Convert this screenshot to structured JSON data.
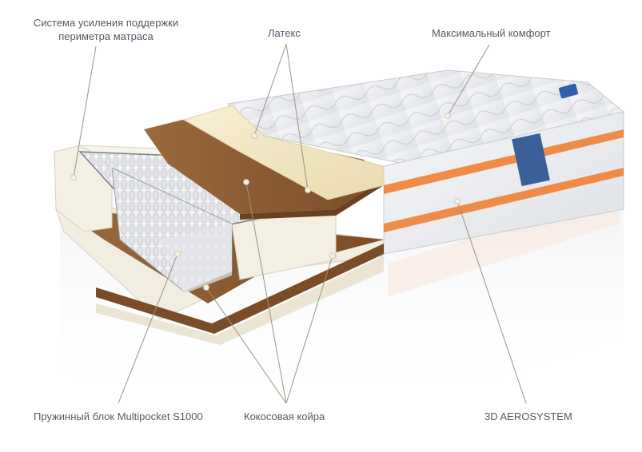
{
  "labels": {
    "perimeter_line1": "Система усиления поддержки",
    "perimeter_line2": "периметра матраса",
    "latex": "Латекс",
    "max_comfort": "Максимальный комфорт",
    "spring_block": "Пружинный блок Multipocket S1000",
    "coconut_coir": "Кокосовая койра",
    "aerosystem": "3D AEROSYSTEM"
  },
  "colors": {
    "label_text": "#555a66",
    "leader_line": "#9a9484",
    "orange_stripe": "#f07a2a",
    "coir": "#8a5a32",
    "latex": "#f3e9c8",
    "foam": "#efeadb",
    "fabric": "#e9ebee",
    "brand_badge": "#2f5fa8"
  }
}
